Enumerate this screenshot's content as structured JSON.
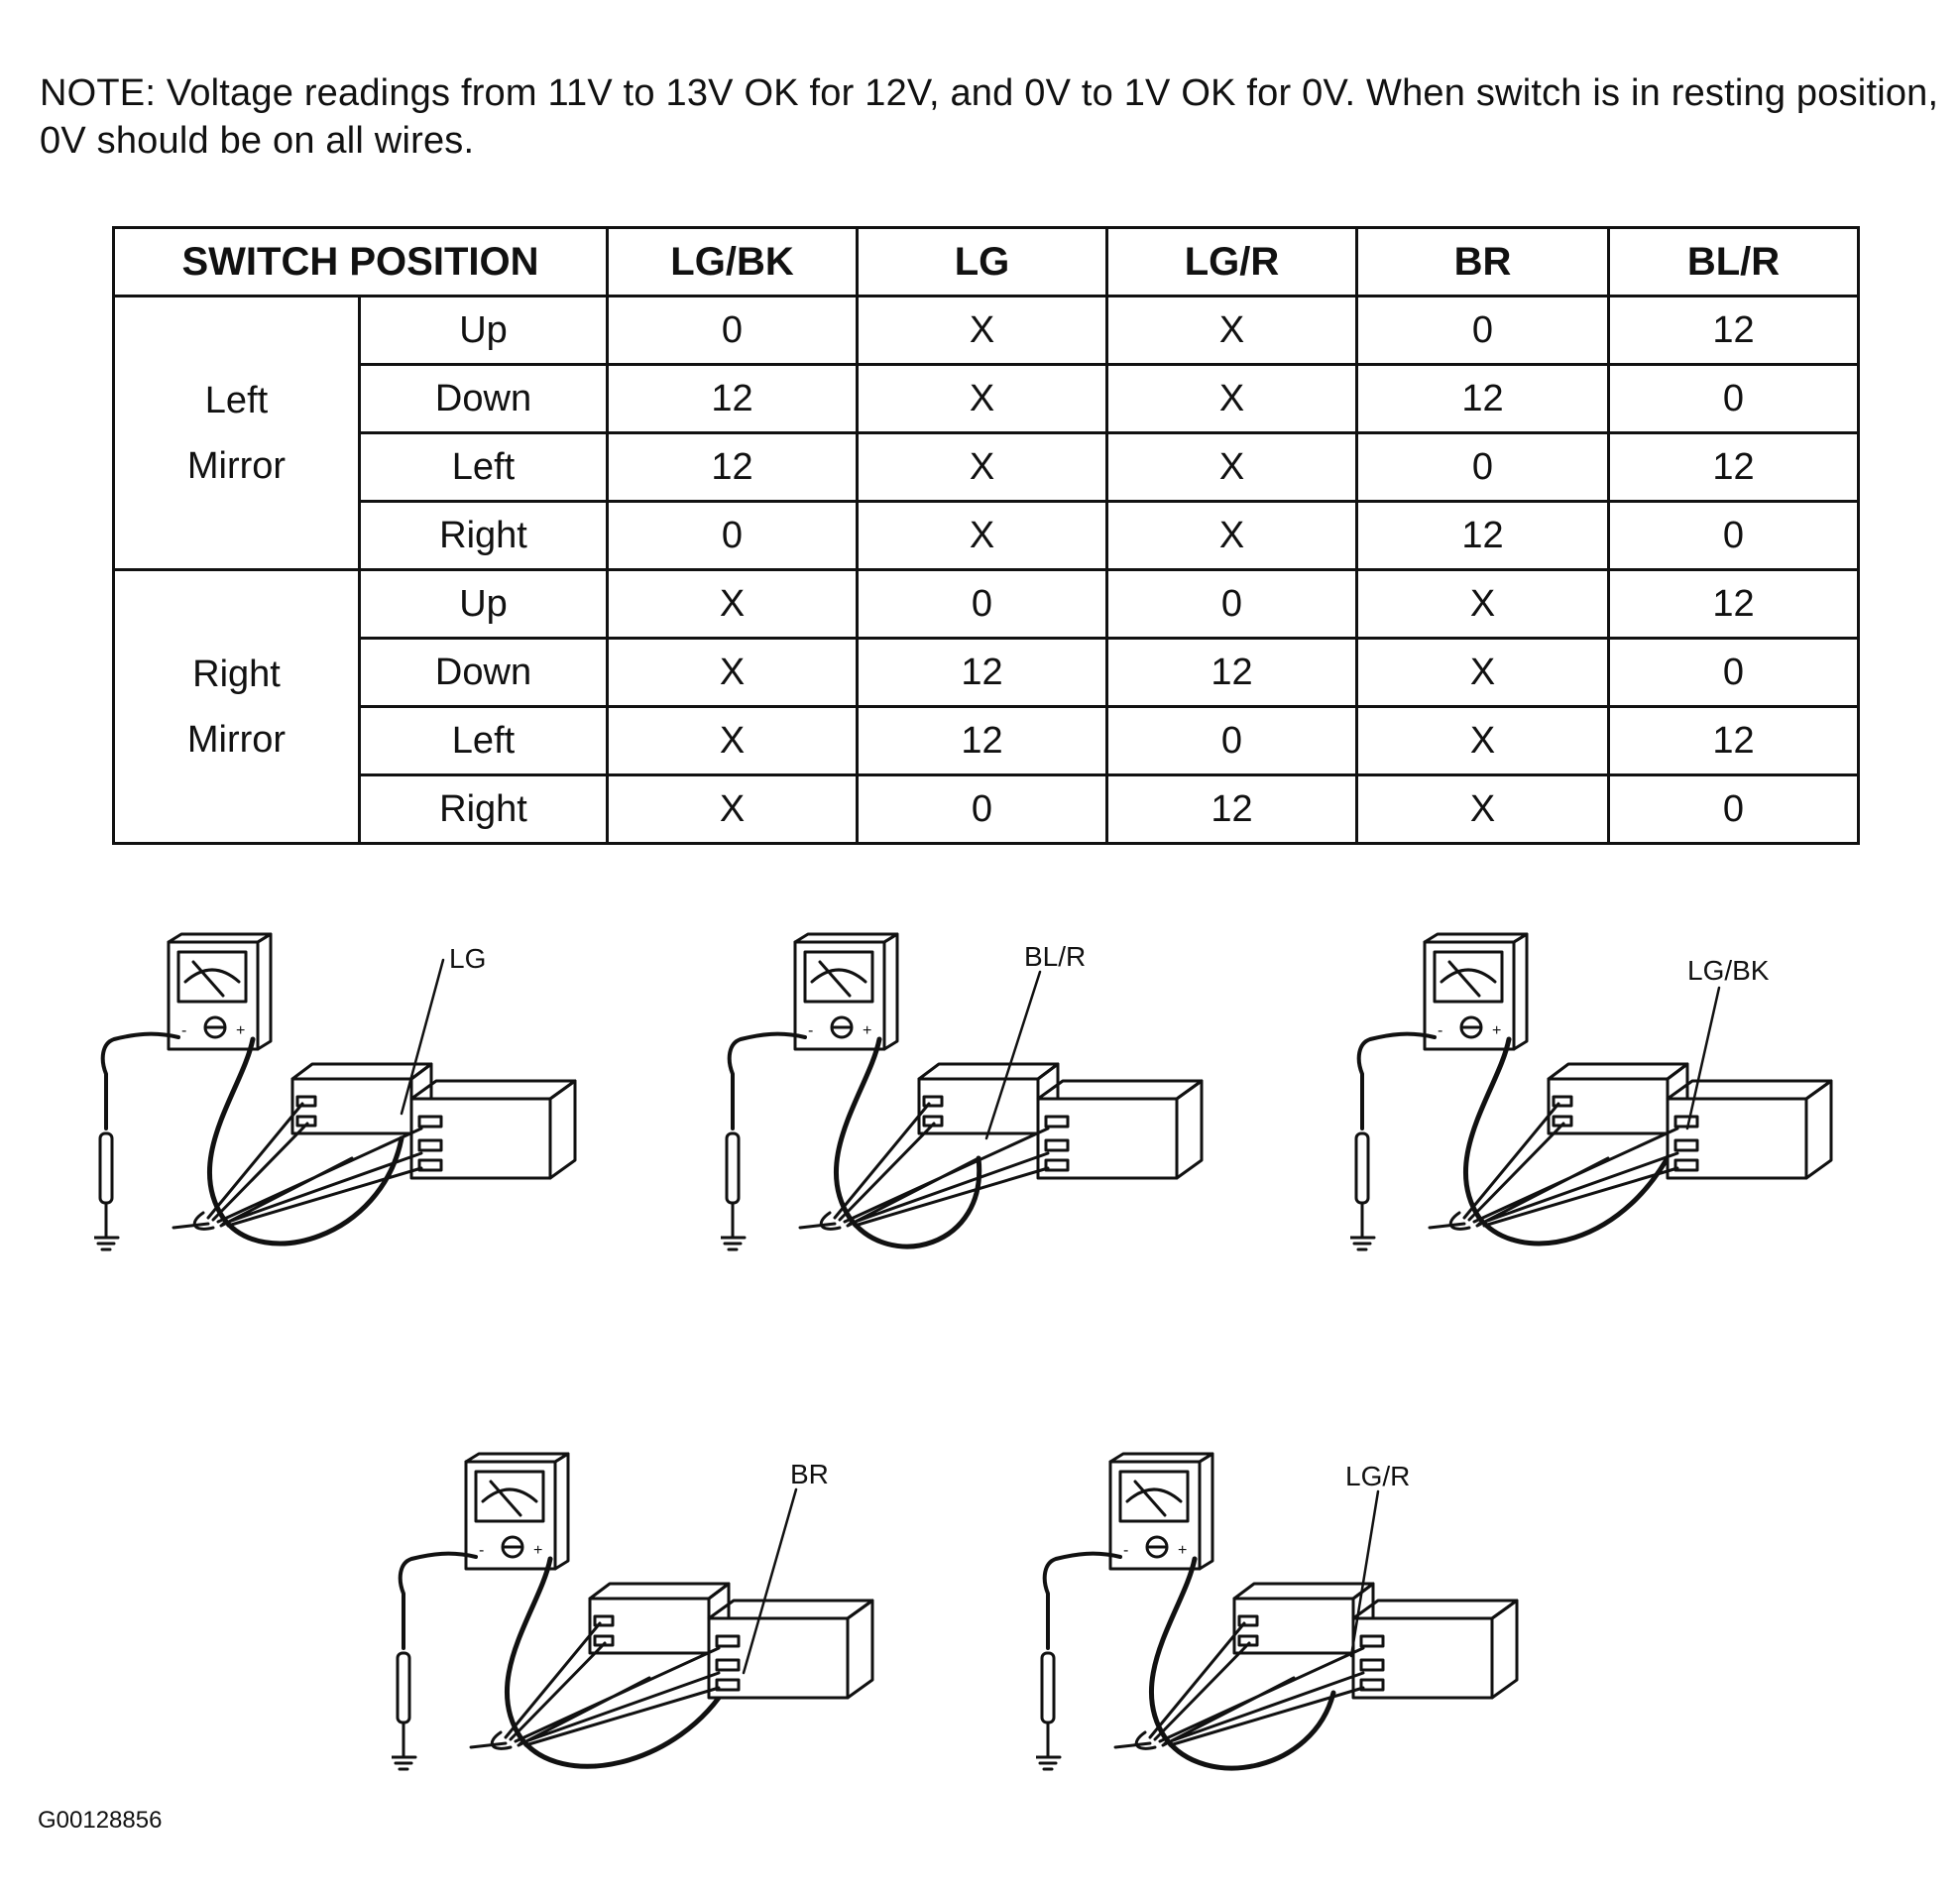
{
  "note": "NOTE: Voltage readings from 11V to 13V OK for 12V, and 0V to 1V OK for 0V. When switch is in resting position, 0V should be on all wires.",
  "table": {
    "headers": [
      "SWITCH POSITION",
      "LG/BK",
      "LG",
      "LG/R",
      "BR",
      "BL/R"
    ],
    "groups": [
      {
        "label_line1": "Left",
        "label_line2": "Mirror",
        "rows": [
          {
            "position": "Up",
            "values": [
              "0",
              "X",
              "X",
              "0",
              "12"
            ]
          },
          {
            "position": "Down",
            "values": [
              "12",
              "X",
              "X",
              "12",
              "0"
            ]
          },
          {
            "position": "Left",
            "values": [
              "12",
              "X",
              "X",
              "0",
              "12"
            ]
          },
          {
            "position": "Right",
            "values": [
              "0",
              "X",
              "X",
              "12",
              "0"
            ]
          }
        ]
      },
      {
        "label_line1": "Right",
        "label_line2": "Mirror",
        "rows": [
          {
            "position": "Up",
            "values": [
              "X",
              "0",
              "0",
              "X",
              "12"
            ]
          },
          {
            "position": "Down",
            "values": [
              "X",
              "12",
              "12",
              "X",
              "0"
            ]
          },
          {
            "position": "Left",
            "values": [
              "X",
              "12",
              "0",
              "X",
              "12"
            ]
          },
          {
            "position": "Right",
            "values": [
              "X",
              "0",
              "12",
              "X",
              "0"
            ]
          }
        ]
      }
    ]
  },
  "diagrams": [
    "LG",
    "BL/R",
    "LG/BK",
    "BR",
    "LG/R"
  ],
  "figure_id": "G00128856"
}
